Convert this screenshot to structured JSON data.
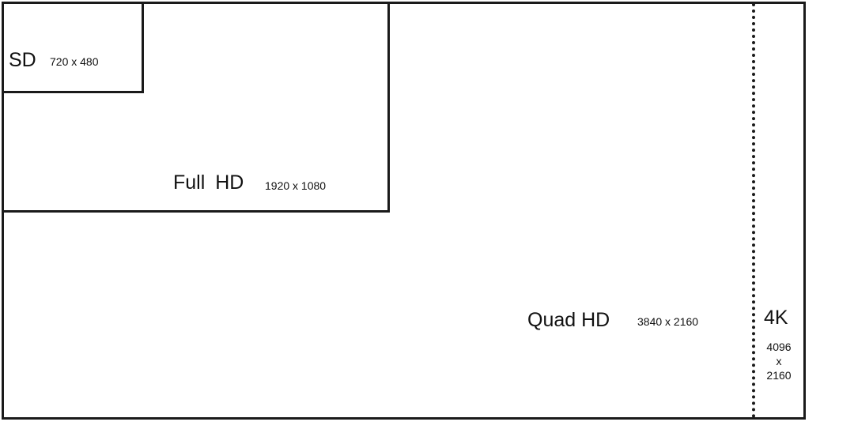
{
  "resolutions": [
    {
      "name": "SD",
      "dimensions": "720 x 480"
    },
    {
      "name": "Full  HD",
      "dimensions": "1920 x 1080"
    },
    {
      "name": "Quad HD",
      "dimensions": "3840 x 2160"
    },
    {
      "name": "4K",
      "dimensions_lines": [
        "4096",
        "x",
        "2160"
      ]
    }
  ]
}
